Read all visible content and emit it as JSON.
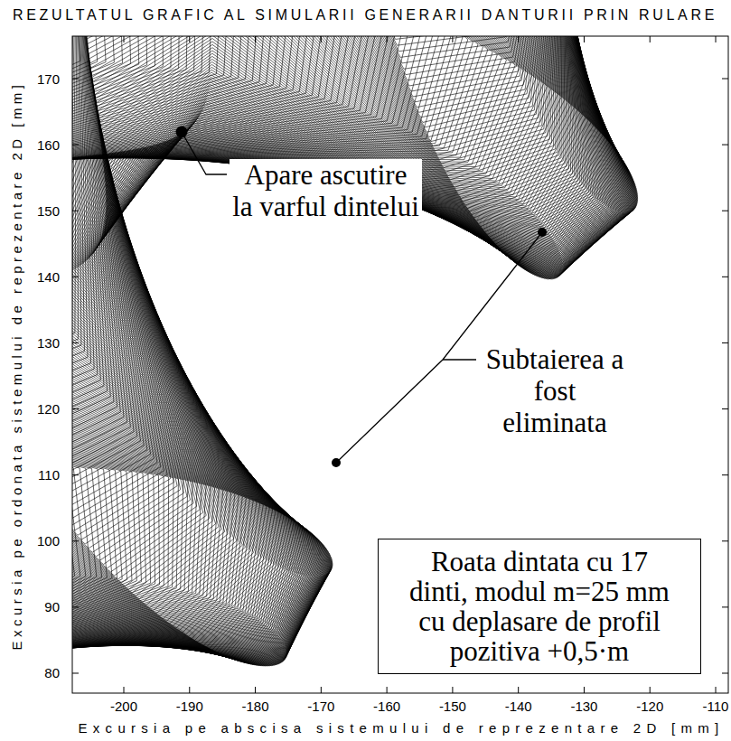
{
  "diagram": {
    "title": "REZULTATUL GRAFIC AL SIMULARII GENERARII DANTURII PRIN RULARE",
    "nodes": [
      {
        "text": [
          "Roata dintata cu 17 dinti, modul m=25 mm cu deplasare de profil pozitiva +0,5·m"
        ]
      }
    ],
    "labels": [
      "Excursia pe ordonata sistemului de reprezentare 2D [mm]",
      "Excursia pe abscisa sistemului de reprezentare 2D [mm]",
      "170",
      "160",
      "150",
      "140",
      "130",
      "120",
      "110",
      "100",
      "90",
      "80",
      "-200",
      "-190",
      "-180",
      "-170",
      "-160",
      "-150",
      "-140",
      "-130",
      "-120",
      "-110",
      "Apare ascutire la varful dintelui",
      "Subtaierea a fost eliminata"
    ]
  }
}
